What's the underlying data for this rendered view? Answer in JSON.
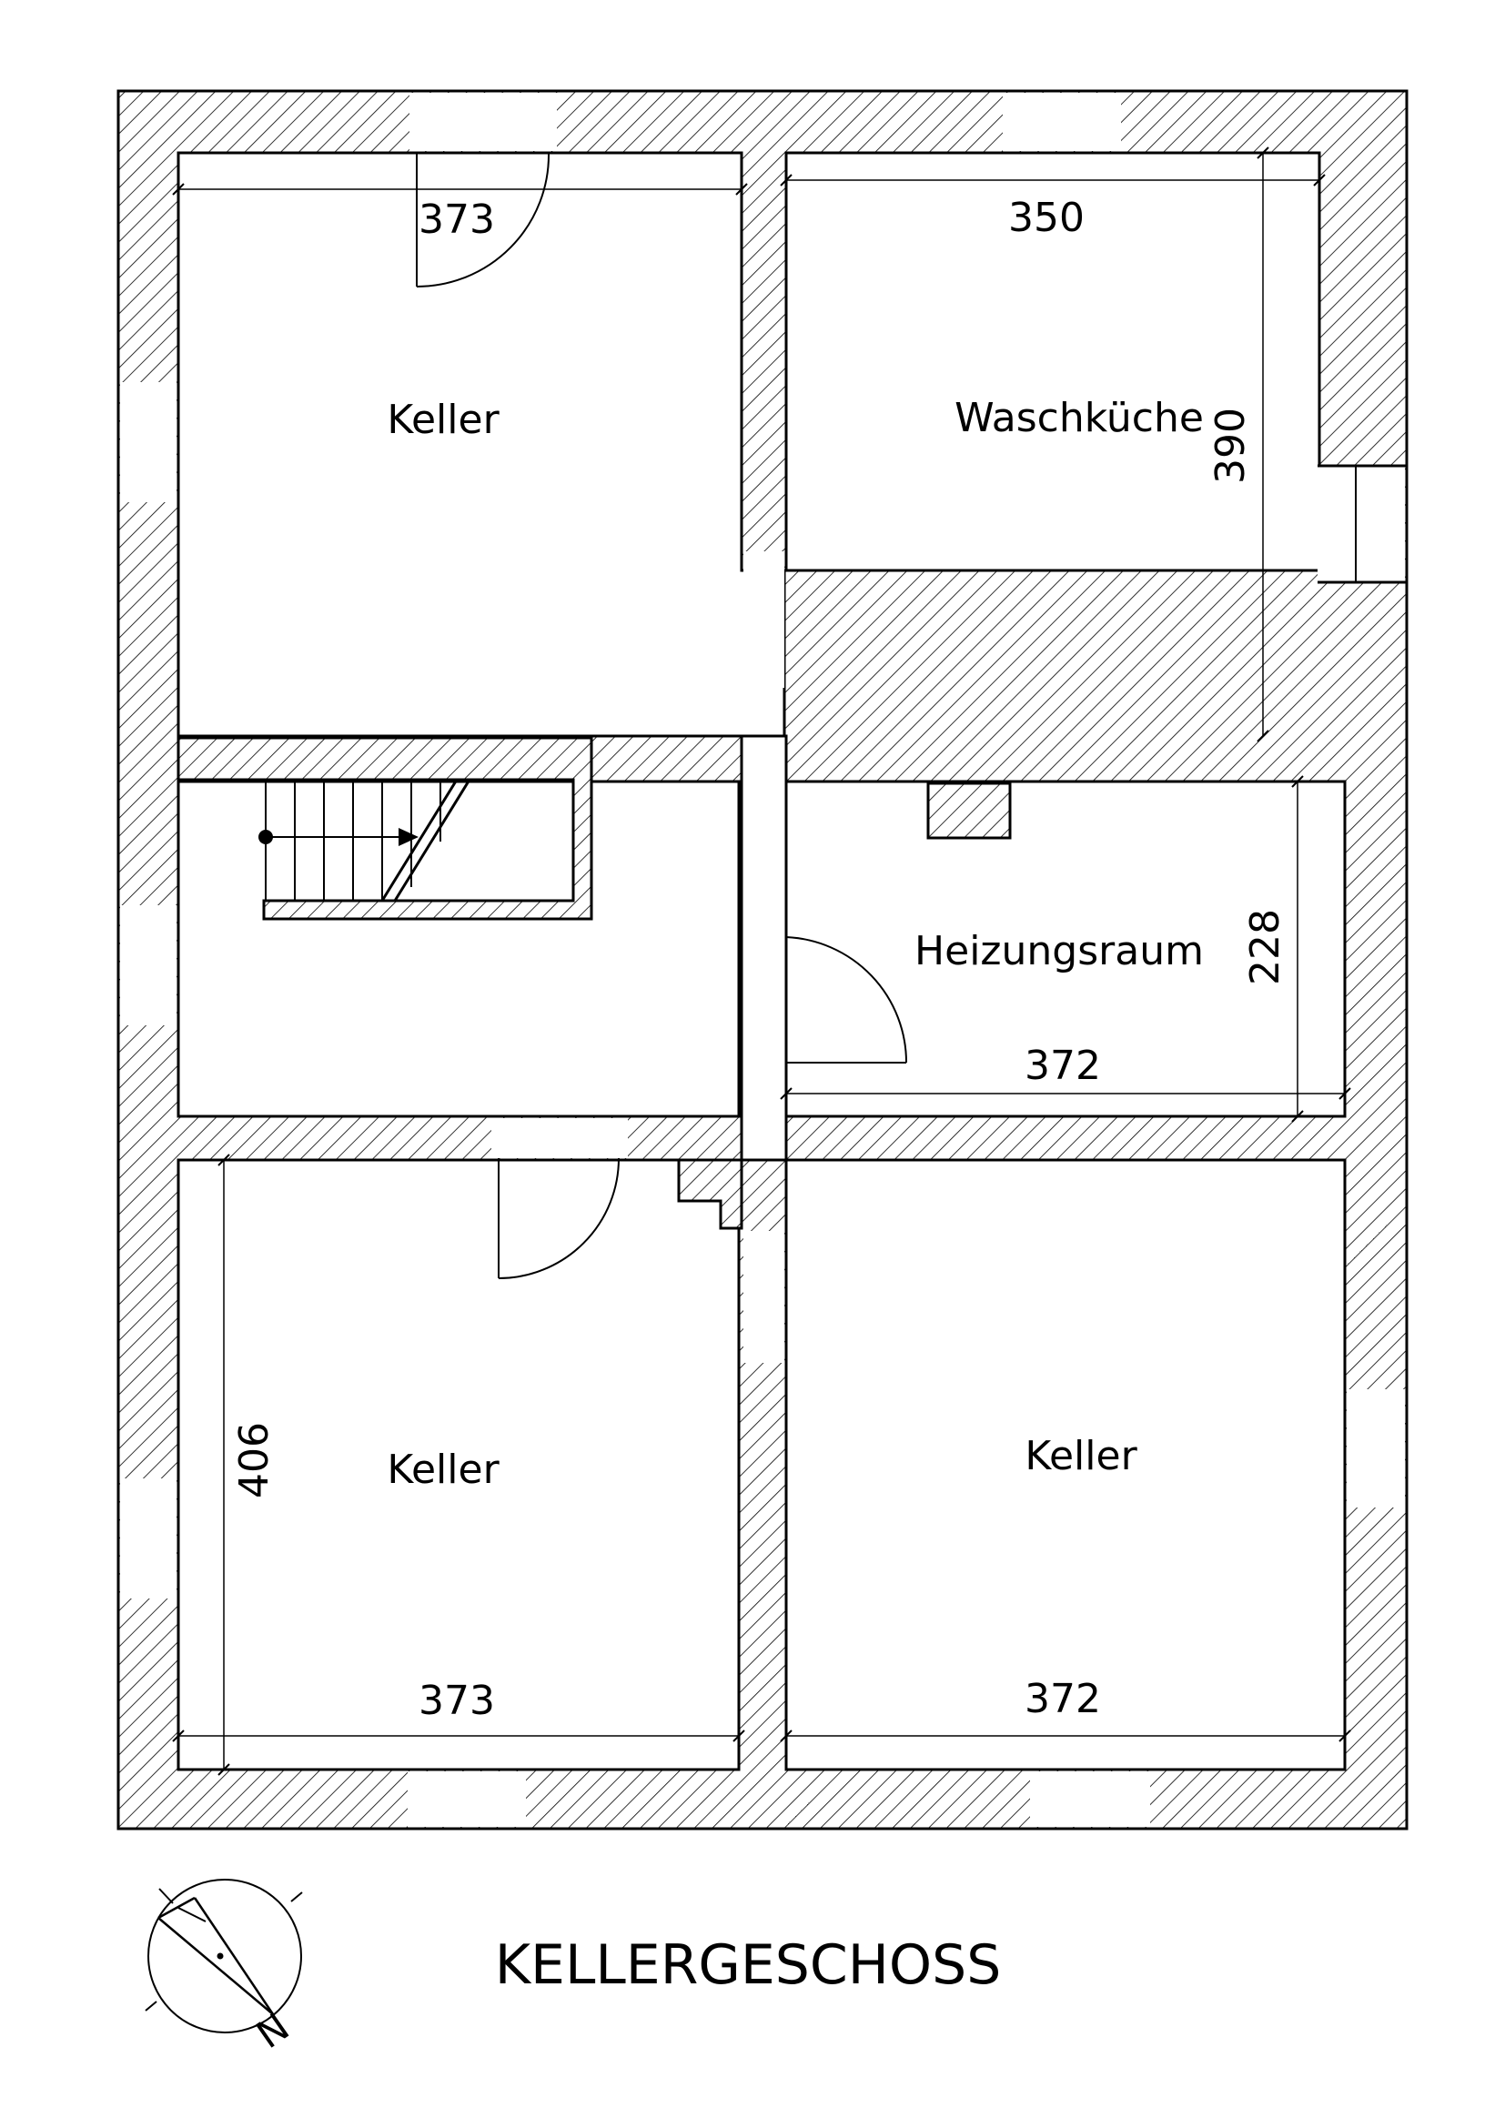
{
  "plan": {
    "title": "KELLERGESCHOSS",
    "rooms": {
      "keller_top_left": "Keller",
      "waschkueche": "Waschküche",
      "heizungsraum": "Heizungsraum",
      "keller_bottom_left": "Keller",
      "keller_bottom_right": "Keller"
    },
    "dimensions": {
      "top_left_width": "373",
      "top_right_width": "350",
      "top_right_height": "390",
      "heizung_height": "228",
      "heizung_width": "372",
      "bottom_left_height": "406",
      "bottom_left_width": "373",
      "bottom_right_width": "372"
    },
    "compass_letter": "N",
    "colors": {
      "line": "#000000",
      "hatch": "#000000",
      "background": "#ffffff"
    }
  }
}
